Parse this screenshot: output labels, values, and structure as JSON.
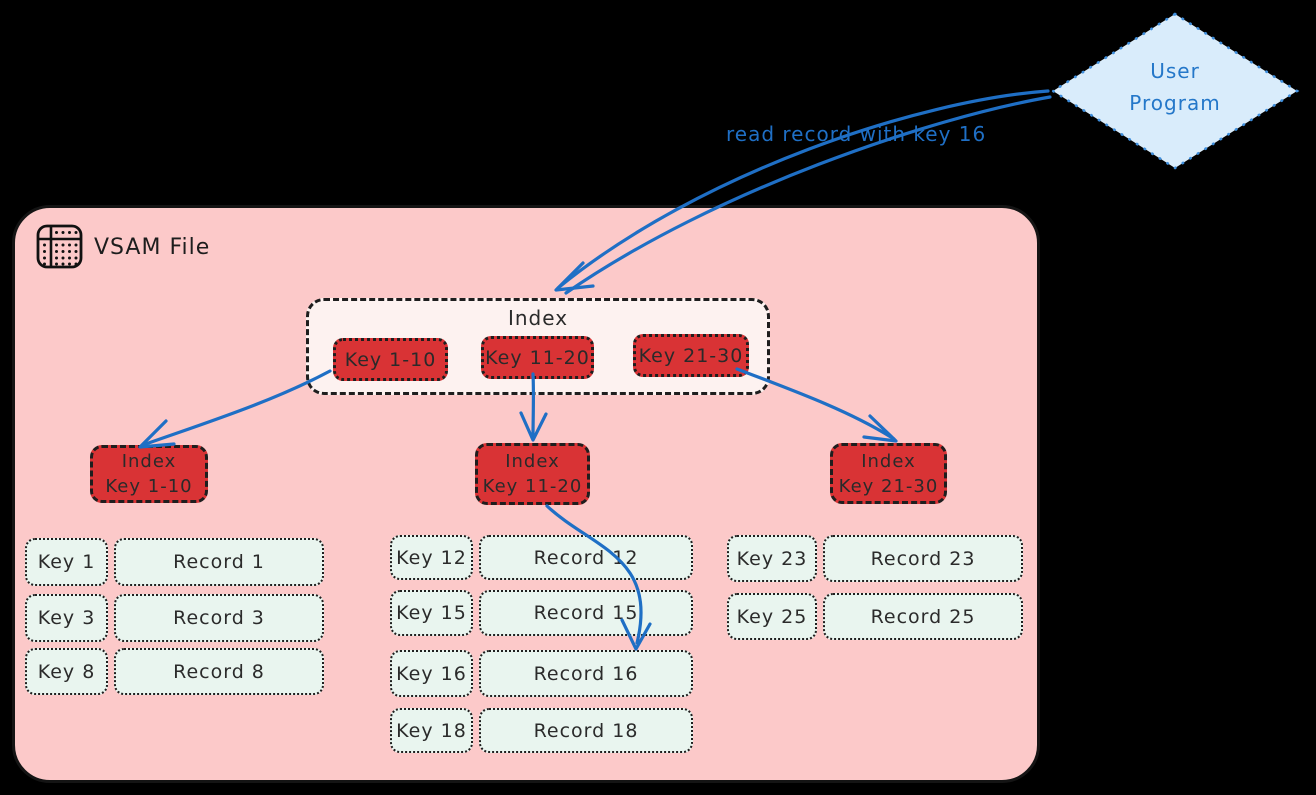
{
  "diagram": {
    "background_color": "#000000",
    "arrow_color": "#1f6fc5",
    "user_program": {
      "label_line1": "User",
      "label_line2": "Program",
      "fill": "#d9ecfb",
      "border_color": "#3f8fdd",
      "text_color": "#2477c9"
    },
    "request_arrow": {
      "label": "read record with key 16"
    },
    "vsam_file": {
      "title": "VSAM File",
      "icon": "table-icon",
      "fill": "#fcc9c9",
      "index_block": {
        "title": "Index",
        "keys": [
          {
            "label": "Key 1-10"
          },
          {
            "label": "Key 11-20"
          },
          {
            "label": "Key 21-30"
          }
        ]
      },
      "sub_indexes": [
        {
          "line1": "Index",
          "line2": "Key 1-10"
        },
        {
          "line1": "Index",
          "line2": "Key 11-20"
        },
        {
          "line1": "Index",
          "line2": "Key 21-30"
        }
      ],
      "record_groups": [
        {
          "rows": [
            {
              "key": "Key 1",
              "record": "Record 1"
            },
            {
              "key": "Key 3",
              "record": "Record 3"
            },
            {
              "key": "Key 8",
              "record": "Record 8"
            }
          ]
        },
        {
          "rows": [
            {
              "key": "Key 12",
              "record": "Record 12"
            },
            {
              "key": "Key 15",
              "record": "Record 15"
            },
            {
              "key": "Key 16",
              "record": "Record 16"
            },
            {
              "key": "Key 18",
              "record": "Record 18"
            }
          ]
        },
        {
          "rows": [
            {
              "key": "Key 23",
              "record": "Record 23"
            },
            {
              "key": "Key 25",
              "record": "Record 25"
            }
          ]
        }
      ]
    }
  }
}
